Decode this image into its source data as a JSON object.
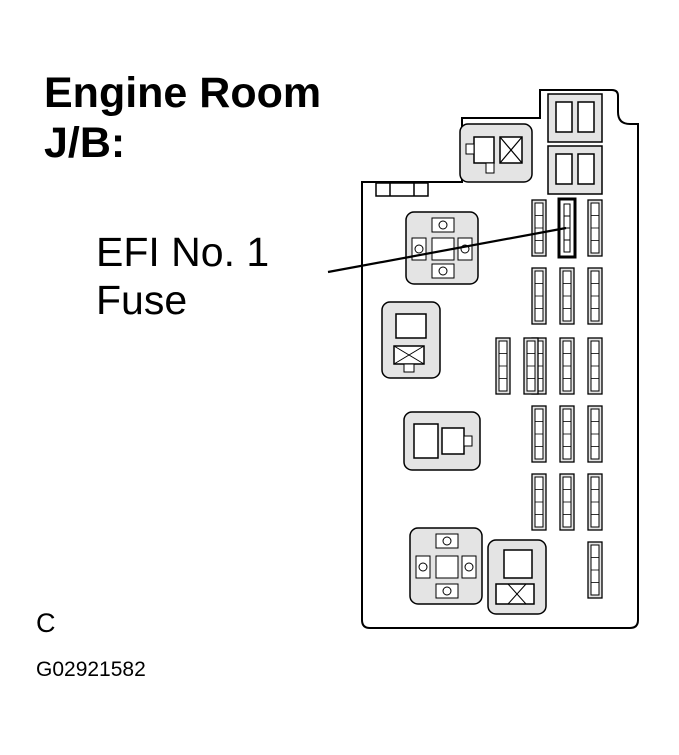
{
  "title": {
    "line1": "Engine Room",
    "line2": "J/B:"
  },
  "callout": {
    "line1": "EFI No. 1",
    "line2": "Fuse"
  },
  "view_letter": "C",
  "figure_code": "G02921582",
  "highlight": {
    "component": "efi-no-1-fuse",
    "color": "#000000"
  }
}
